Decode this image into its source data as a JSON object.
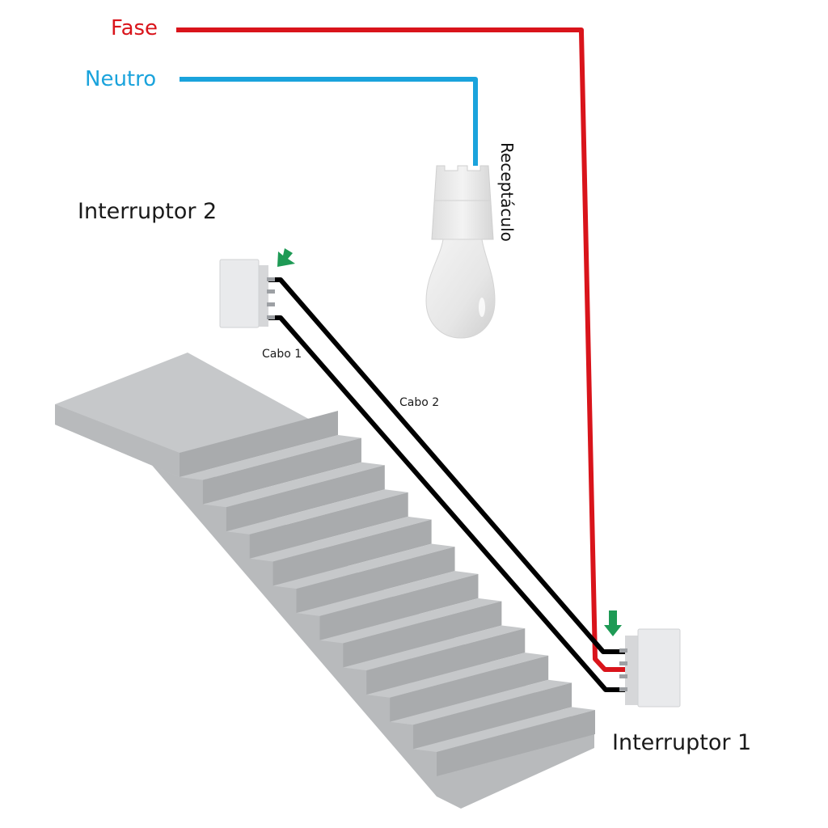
{
  "title": "Three-way (paralelo) switch wiring over a staircase",
  "labels": {
    "fase": "Fase",
    "neutro": "Neutro",
    "receptaculo": "Receptáculo",
    "interruptor_2": "Interruptor 2",
    "interruptor_1": "Interruptor 1",
    "cabo_1": "Cabo 1",
    "cabo_2": "Cabo 2"
  },
  "colors": {
    "fase": "#d9141b",
    "neutro": "#1aa3dc",
    "traveler": "#000000",
    "arrow": "#1e9a55",
    "stair_top": "#c6c8ca",
    "stair_riser": "#a9abad",
    "stair_side": "#b8babc",
    "switch": "#e6e7e9"
  },
  "components": [
    {
      "id": "fase-wire",
      "kind": "wire",
      "label_ref": "fase"
    },
    {
      "id": "neutro-wire",
      "kind": "wire",
      "label_ref": "neutro"
    },
    {
      "id": "lamp",
      "kind": "bulb-with-socket",
      "label_ref": "receptaculo"
    },
    {
      "id": "switch-2",
      "kind": "switch",
      "label_ref": "interruptor_2",
      "common_terminal_marked": true
    },
    {
      "id": "switch-1",
      "kind": "switch",
      "label_ref": "interruptor_1",
      "common_terminal_marked": true
    },
    {
      "id": "cabo-1",
      "kind": "traveler-wire",
      "label_ref": "cabo_1"
    },
    {
      "id": "cabo-2",
      "kind": "traveler-wire",
      "label_ref": "cabo_2"
    }
  ],
  "staircase": {
    "steps": 11
  }
}
